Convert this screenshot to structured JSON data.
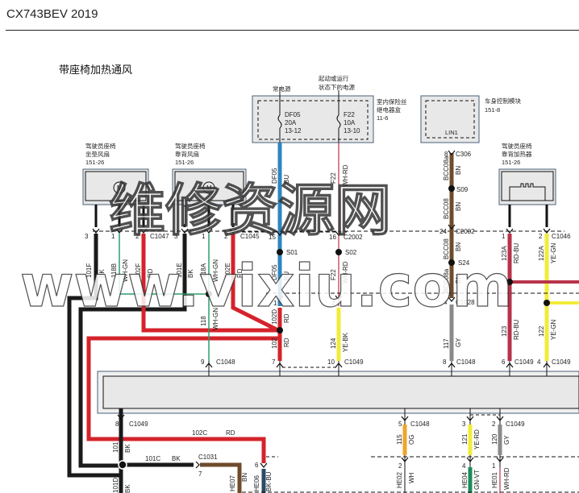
{
  "header": {
    "title": "CX743BEV 2019"
  },
  "section_title": "带座椅加热通风",
  "components": {
    "fuse_box": {
      "name_line1": "室内保险丝",
      "name_line2": "继电器盒",
      "ref": "11-6",
      "supply_left": "常电源",
      "supply_right_line1": "起动或运行",
      "supply_right_line2": "状态下的电源",
      "fuse_left": {
        "id": "DF05",
        "rating": "20A",
        "pins": "13-12"
      },
      "fuse_right": {
        "id": "F22",
        "rating": "10A",
        "pins": "13-10"
      }
    },
    "bcm": {
      "name": "车身控制模块",
      "ref": "151-8",
      "pin": "LIN1"
    },
    "seat_cushion_fan": {
      "name_line1": "驾驶员座椅",
      "name_line2": "坐垫风扇",
      "ref": "151-26",
      "motor": "M"
    },
    "seat_back_fan": {
      "name_line1": "驾驶员座椅",
      "name_line2": "靠背风扇",
      "ref": "151-26",
      "motor": "M"
    },
    "seat_back_heater": {
      "name_line1": "驾驶员座椅",
      "name_line2": "靠背加热器",
      "ref": "151-26"
    }
  },
  "connectors": {
    "c1047": {
      "name": "C1047",
      "pins": [
        "3",
        "1",
        "2"
      ]
    },
    "c1045": {
      "name": "C1045",
      "pins": [
        "3",
        "1",
        "2"
      ]
    },
    "c2002a": {
      "pin": "15"
    },
    "c2002b": {
      "name": "C2002",
      "pin": "16"
    },
    "c306": {
      "name": "C306",
      "pin": "8"
    },
    "c2002c": {
      "name": "C2002",
      "pin": "24"
    },
    "c1046": {
      "name": "C1046",
      "pins": [
        "1",
        "2"
      ]
    },
    "c1028": {
      "name": "C1028",
      "pin": "4"
    },
    "upper_mid": {
      "pin_1": "1",
      "pin_2": "2"
    },
    "bottom_row": [
      {
        "pin": "9",
        "name": "C1048"
      },
      {
        "pin": "7",
        "name": ""
      },
      {
        "pin": "10",
        "name": "C1049"
      },
      {
        "pin": "8",
        "name": "C1048"
      },
      {
        "pin": "6",
        "name": "C1049"
      },
      {
        "pin": "4",
        "name": "C1049"
      }
    ],
    "lower": [
      {
        "pin": "8",
        "name": "C1049"
      },
      {
        "pin": "5",
        "name": "C1048"
      },
      {
        "pin": "3",
        "name": ""
      },
      {
        "pin": "2",
        "name": "C1049"
      },
      {
        "pin": "7",
        "name": "C1031"
      },
      {
        "pin": "6",
        "name": ""
      }
    ],
    "bottom_mates": [
      {
        "pin": "2"
      },
      {
        "pin": "4"
      },
      {
        "pin": "1"
      }
    ]
  },
  "splices": {
    "s01": "S01",
    "s02": "S02",
    "s09": "S09",
    "s24": "S24"
  },
  "wires": {
    "w101f": {
      "circuit": "101F",
      "color": "BK"
    },
    "w118b": {
      "circuit": "118B",
      "color": "WH-GN"
    },
    "w102f": {
      "circuit": "102F",
      "color": "RD"
    },
    "w101e": {
      "circuit": "101E",
      "color": "BK"
    },
    "w118a": {
      "circuit": "118A",
      "color": "WH-GN"
    },
    "w102e": {
      "circuit": "102E",
      "color": "RD"
    },
    "w118": {
      "circuit": "118",
      "color": "WH-GN"
    },
    "wdf05": {
      "circuit": "DF05",
      "color": "BU"
    },
    "wdf05b": {
      "circuit": "DF05",
      "color": "BU"
    },
    "wf22": {
      "circuit": "F22",
      "color": "WH-RD"
    },
    "wf22b": {
      "circuit": "F22",
      "color": "WH-RD"
    },
    "w102d": {
      "circuit": "102D",
      "color": "RD"
    },
    "w102": {
      "circuit": "102",
      "color": "RD"
    },
    "w124": {
      "circuit": "124",
      "color": "YE-BK"
    },
    "wbcc08a": {
      "circuit": "BCC08a",
      "color": "BN"
    },
    "wbcc08": {
      "circuit": "BCC08",
      "color": "BN"
    },
    "wbcc08c": {
      "circuit": "BCC08",
      "color": "BN"
    },
    "wbcc08b": {
      "circuit": "BCC08a",
      "color": "BN"
    },
    "w117": {
      "circuit": "117",
      "color": "GY"
    },
    "w123a": {
      "circuit": "123A",
      "color": "RD-BU"
    },
    "w122a": {
      "circuit": "122A",
      "color": "YE-GN"
    },
    "w123": {
      "circuit": "123",
      "color": "RD-BU"
    },
    "w122": {
      "circuit": "122",
      "color": "YE-GN"
    },
    "w101": {
      "circuit": "101",
      "color": "BK"
    },
    "w102c": {
      "circuit": "102C",
      "color": "RD"
    },
    "w101c": {
      "circuit": "101C",
      "color": "BK"
    },
    "w101d": {
      "circuit": "101D",
      "color": "BK"
    },
    "whe07": {
      "circuit": "HE07",
      "color": "BN"
    },
    "whe06": {
      "circuit": "HE06",
      "color": "BK-BU"
    },
    "w115": {
      "circuit": "115",
      "color": "OG"
    },
    "w121": {
      "circuit": "121",
      "color": "YE-RD"
    },
    "w120": {
      "circuit": "120",
      "color": "GY"
    },
    "whe02": {
      "circuit": "HE02",
      "color": "WH"
    },
    "whe04": {
      "circuit": "HE04",
      "color": "GN-VT"
    },
    "whe01": {
      "circuit": "HE01",
      "color": "WH-RD"
    }
  },
  "watermark": {
    "line1": "维修资源网",
    "line2": "www.vixiu.com"
  },
  "colors": {
    "BK": "#1a1a1a",
    "RD": "#d4232b",
    "BU": "#2f86c0",
    "WH-GN": "#2e9d6e",
    "YE": "#f2ec3a",
    "BN": "#6e4b2c",
    "GY": "#8a8a8a",
    "RD-BU": "#b8324a",
    "OG": "#f0a52a",
    "GN-VT": "#1e8a5a",
    "box": "#e8e8e8",
    "box_border": "#4a5f7a"
  }
}
